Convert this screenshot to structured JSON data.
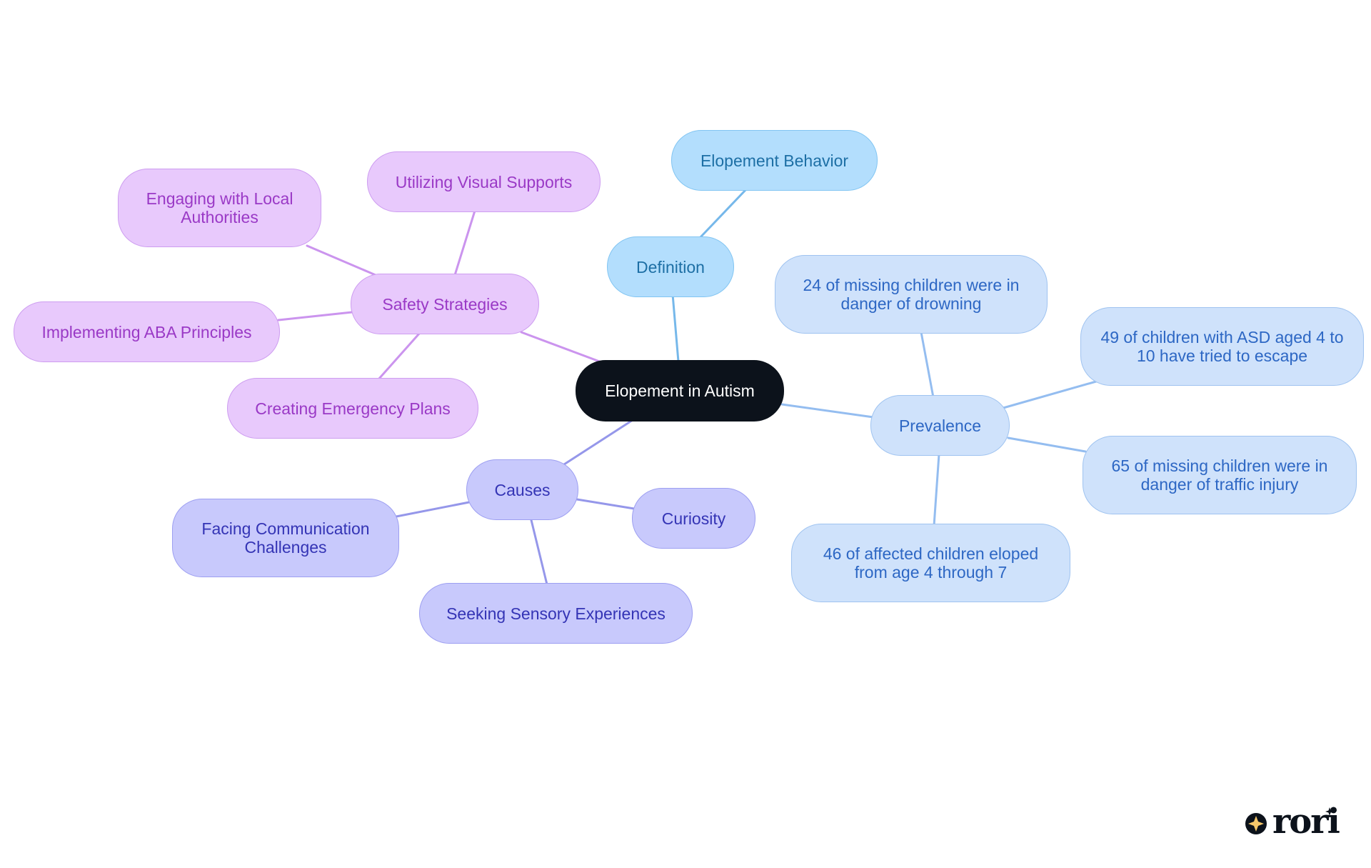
{
  "colors": {
    "root": "#0c121b",
    "definition": "#b3defd",
    "prevalence": "#cfe2fb",
    "causes": "#c8c9fc",
    "safety": "#e8c9fc",
    "edge_definition": "#76b8ea",
    "edge_prevalence": "#94bdf0",
    "edge_causes": "#9597ea",
    "edge_safety": "#cb94ee"
  },
  "root": {
    "label": "Elopement in Autism"
  },
  "definition": {
    "label": "Definition",
    "children": [
      {
        "label": "Elopement Behavior"
      }
    ]
  },
  "prevalence": {
    "label": "Prevalence",
    "children": [
      {
        "label": "24 of missing children were in danger of drowning"
      },
      {
        "label": "49 of children with ASD aged 4 to 10 have tried to escape"
      },
      {
        "label": "65 of missing children were in danger of traffic injury"
      },
      {
        "label": "46 of affected children eloped from age 4 through 7"
      }
    ]
  },
  "causes": {
    "label": "Causes",
    "children": [
      {
        "label": "Facing Communication Challenges"
      },
      {
        "label": "Curiosity"
      },
      {
        "label": "Seeking Sensory Experiences"
      }
    ]
  },
  "safety": {
    "label": "Safety Strategies",
    "children": [
      {
        "label": "Utilizing Visual Supports"
      },
      {
        "label": "Engaging with Local Authorities"
      },
      {
        "label": "Implementing ABA Principles"
      },
      {
        "label": "Creating Emergency Plans"
      }
    ]
  },
  "logo": {
    "text": "rori",
    "icon": "star-icon"
  }
}
